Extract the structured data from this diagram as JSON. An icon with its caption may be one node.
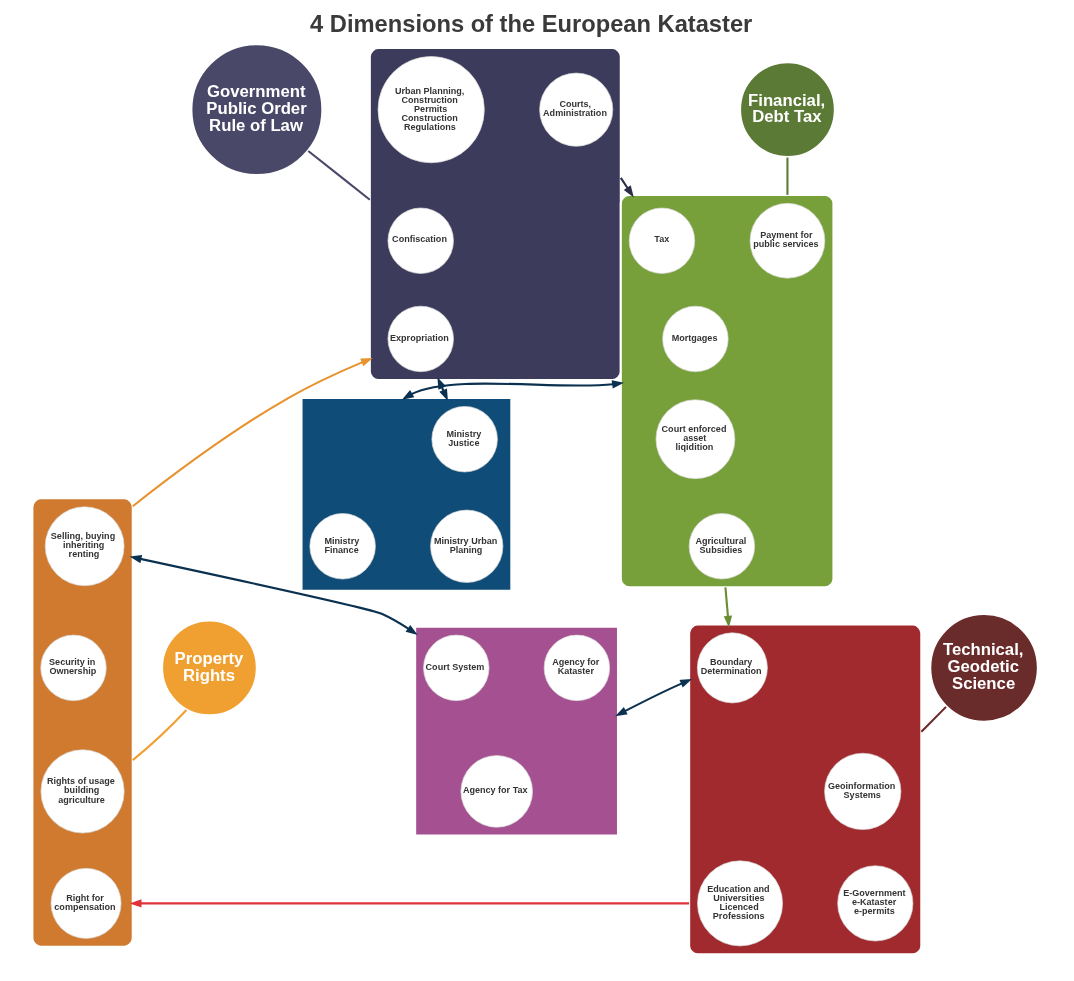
{
  "diagram": {
    "title": "4 Dimensions of the European Kataster",
    "nodes": [
      {
        "text": [
          "Government Public Order Rule of Law"
        ]
      },
      {
        "text": [],
        "shape": "arrow"
      },
      {
        "text": [
          "Expropriation"
        ],
        "in": 1
      },
      {
        "text": [
          "Confiscation"
        ],
        "in": 1
      },
      {
        "text": [
          "Urban Planning, Construction Permits Construction Regulations"
        ],
        "in": 1
      },
      {
        "text": [
          "Courts, Administration"
        ],
        "in": 1
      },
      {
        "text": [],
        "shape": "arrow"
      },
      {
        "text": [
          "Tax"
        ],
        "in": 6
      },
      {
        "text": [
          "Payment for public services"
        ],
        "in": 6
      },
      {
        "text": [
          "Mortgages"
        ],
        "in": 6
      },
      {
        "text": [
          "Court enforced asset liqidition"
        ],
        "in": 6
      },
      {
        "text": [
          "Agricultural Subsidies"
        ],
        "in": 6
      },
      {
        "text": [
          "Financial, Debt Tax"
        ]
      },
      {
        "text": [],
        "shape": "triangle"
      },
      {
        "text": [
          "Ministry Justice"
        ],
        "in": 13
      },
      {
        "text": [
          "Ministry Urban Planing"
        ],
        "in": 13
      },
      {
        "text": [
          "Ministry Finance"
        ],
        "in": 13
      },
      {
        "text": [],
        "shape": "triangle"
      },
      {
        "text": [
          "Court System"
        ],
        "in": 17
      },
      {
        "text": [
          "Agency for Kataster"
        ],
        "in": 17
      },
      {
        "text": [
          "Agency for Tax"
        ],
        "in": 17
      },
      {
        "text": [],
        "shape": "arrow"
      },
      {
        "text": [
          "Boundary Determination"
        ],
        "in": 21
      },
      {
        "text": [
          "Geoinformation Systems"
        ],
        "in": 21
      },
      {
        "text": [
          "E-Government e-Kataster e-permits"
        ],
        "in": 21
      },
      {
        "text": [
          "Education and Universities Licenced Professions"
        ],
        "in": 21
      },
      {
        "text": [],
        "shape": "arrow"
      },
      {
        "text": [
          "Selling, buying inheriting renting"
        ],
        "in": 26
      },
      {
        "text": [
          "Security in Ownership"
        ],
        "in": 26
      },
      {
        "text": [
          "Rights of usage building agriculture"
        ],
        "in": 26
      },
      {
        "text": [
          "Right for compensation"
        ],
        "in": 26
      },
      {
        "text": [
          "Property Rights"
        ]
      },
      {
        "text": [
          "Technical, Geodetic Science"
        ]
      }
    ],
    "edges": [
      {
        "from": 0,
        "to": 1,
        "arrow": "none",
        "color": "#4a4869"
      },
      {
        "from": 1,
        "to": 6,
        "arrow": "to",
        "color": "#2e2d48"
      },
      {
        "from": 12,
        "to": 6,
        "arrow": "none",
        "color": "#5b7a35"
      },
      {
        "from": 6,
        "to": 21,
        "arrow": "to",
        "color": "#6a8c34"
      },
      {
        "from": 32,
        "to": 21,
        "arrow": "none",
        "color": "#6a2b2b"
      },
      {
        "from": 21,
        "to": 26,
        "arrow": "to",
        "color": "#e0323a"
      },
      {
        "from": 31,
        "to": 26,
        "arrow": "none",
        "color": "#f0a030"
      },
      {
        "from": 26,
        "to": 1,
        "arrow": "to",
        "color": "#e8922e"
      },
      {
        "from": 1,
        "to": 13,
        "arrow": "both",
        "color": "#0b3150"
      },
      {
        "from": 6,
        "to": 13,
        "arrow": "both",
        "color": "#0b3150"
      },
      {
        "from": 21,
        "to": 17,
        "arrow": "both",
        "color": "#0b3150"
      },
      {
        "from": 26,
        "to": 17,
        "arrow": "both",
        "color": "#0b3150"
      }
    ]
  }
}
